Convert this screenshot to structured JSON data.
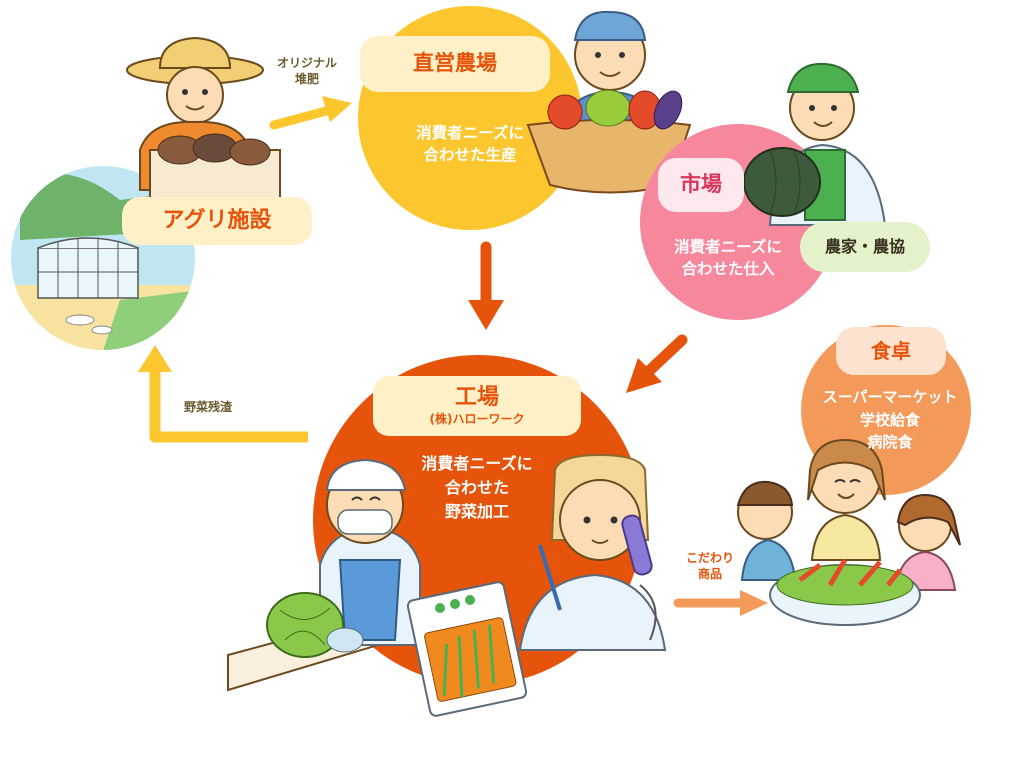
{
  "nodes": {
    "agri": {
      "label": "アグリ施設"
    },
    "farm": {
      "label": "直営農場",
      "desc": "消費者ニーズに\n合わせた生産"
    },
    "market": {
      "label": "市場",
      "desc": "消費者ニーズに\n合わせた仕入",
      "sub": "農家・農協"
    },
    "factory": {
      "label": "工場",
      "company": "(株)ハローワーク",
      "desc": "消費者ニーズに\n合わせた\n野菜加工"
    },
    "table": {
      "label": "食卓",
      "desc": "スーパーマーケット\n学校給食\n病院食"
    }
  },
  "edges": {
    "compost": "オリジナル\n堆肥",
    "residue": "野菜残渣",
    "product": "こだわり\n商品"
  },
  "colors": {
    "farm": "#fcc62f",
    "market": "#f7879d",
    "factory": "#e6530a",
    "table": "#f39a5b",
    "arrow_yellow": "#fcc62f",
    "arrow_orange": "#e6530a",
    "arrow_peach": "#f39a5b"
  },
  "icons": [
    "greenhouse-icon",
    "farmer-with-vegetables-icon",
    "vegetable-basket-icon",
    "market-worker-with-pumpkin-icon",
    "factory-worker-with-cabbage-icon",
    "office-worker-on-phone-icon",
    "packaged-vegetables-icon",
    "family-with-salad-icon"
  ]
}
